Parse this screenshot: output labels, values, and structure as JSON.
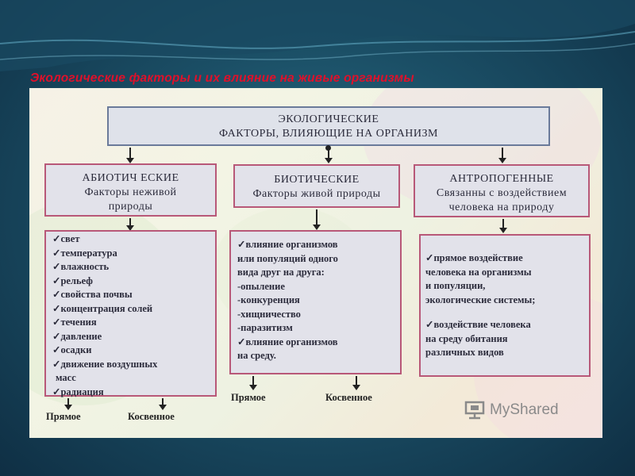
{
  "slide_title": "Экологические факторы и их влияние на живые организмы",
  "top_box": {
    "line1": "ЭКОЛОГИЧЕСКИЕ",
    "line2": "ФАКТОРЫ, ВЛИЯЮЩИЕ НА ОРГАНИЗМ"
  },
  "abiotic": {
    "heading": "АБИОТИЧ ЕСКИЕ",
    "subtitle_line1": "Факторы неживой",
    "subtitle_line2": "природы",
    "items": [
      "свет",
      "температура",
      "влажность",
      "рельеф",
      "свойства почвы",
      "концентрация солей",
      "течения",
      "давление",
      "осадки",
      "движение воздушных",
      "масс",
      "радиация"
    ]
  },
  "biotic": {
    "heading": "БИОТИЧЕСКИЕ",
    "subtitle": "Факторы живой природы",
    "items": [
      "влияние организмов",
      "или популяций одного",
      "вида друг на друга:",
      "-опыление",
      "-конкуренция",
      "-хищничество",
      "-паразитизм",
      "влияние организмов",
      "на среду."
    ]
  },
  "anthropogenic": {
    "heading": "АНТРОПОГЕННЫЕ",
    "subtitle_line1": "Связанны с воздействием",
    "subtitle_line2": "человека на природу",
    "items": [
      "прямое воздействие",
      "человека на организмы",
      "и популяции,",
      "экологические системы;",
      "воздействие человека",
      "на среду обитания",
      "различных видов"
    ]
  },
  "labels": {
    "direct": "Прямое",
    "indirect": "Косвенное"
  },
  "watermark": "MyShared",
  "check_mark": "✓"
}
